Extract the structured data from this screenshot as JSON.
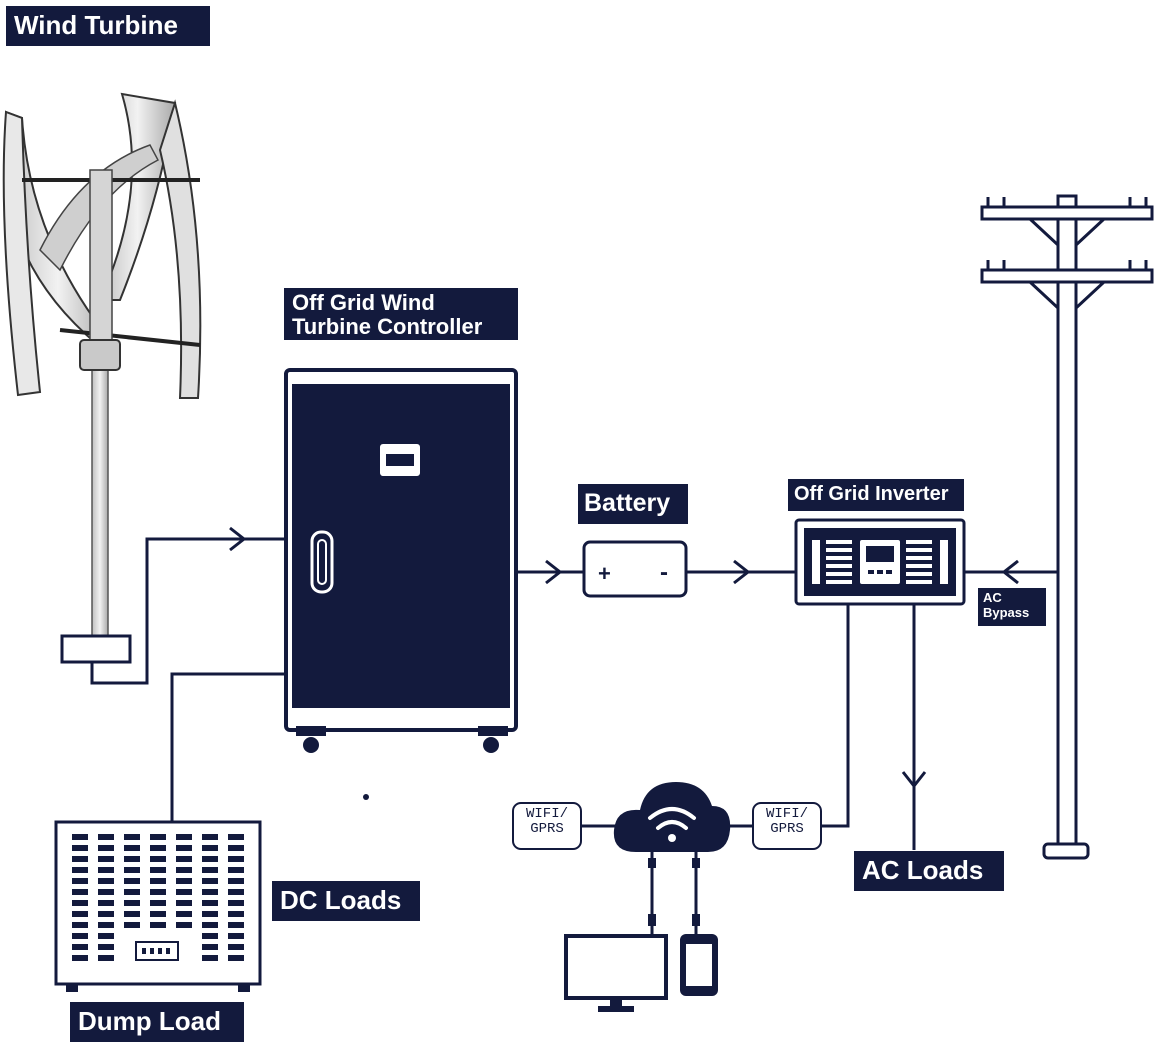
{
  "labels": {
    "wind_turbine": "Wind Turbine",
    "controller": "Off Grid Wind Turbine Controller",
    "battery": "Battery",
    "inverter": "Off Grid Inverter",
    "ac_bypass": "AC Bypass",
    "dc_loads": "DC Loads",
    "ac_loads": "AC Loads",
    "dump_load": "Dump Load"
  },
  "connectivity": {
    "left": "WIFI/ GPRS",
    "right": "WIFI/ GPRS"
  },
  "battery_terminals": {
    "positive": "+",
    "negative": "-"
  },
  "colors": {
    "navy": "#131a3d",
    "turbine_silver": "#dcdcdc"
  },
  "icons": [
    "wind-turbine-icon",
    "controller-cabinet-icon",
    "battery-icon",
    "inverter-icon",
    "utility-pole-icon",
    "cloud-wifi-icon",
    "monitor-icon",
    "phone-icon",
    "dump-load-icon"
  ]
}
